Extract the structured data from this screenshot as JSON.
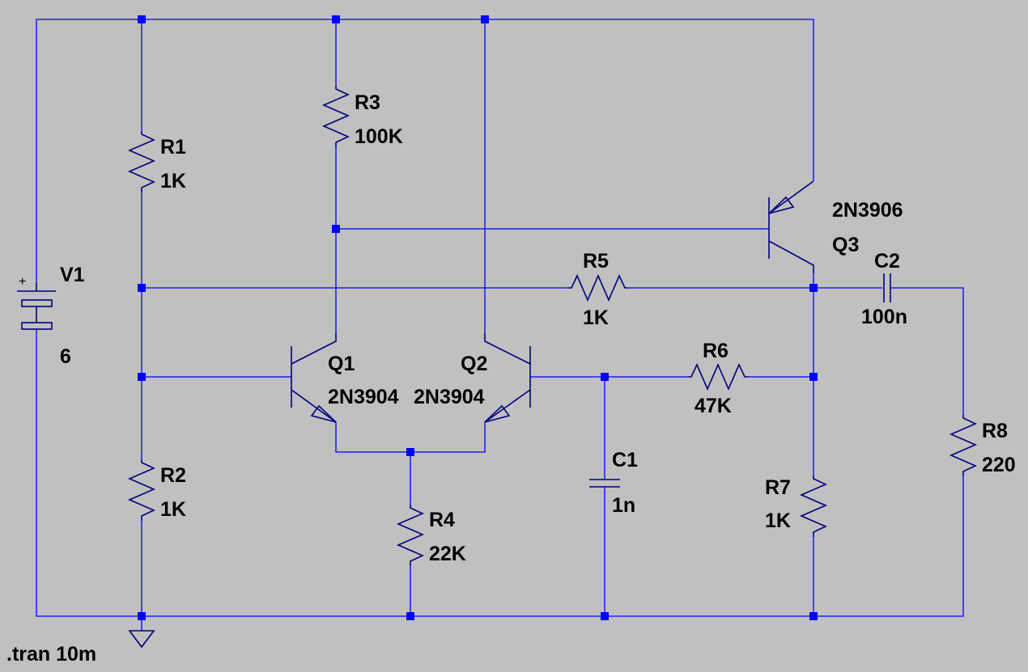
{
  "colors": {
    "background": "#c0c0c0",
    "wire": "#0000ff",
    "symbol": "#00007c",
    "text": "#000000"
  },
  "components": {
    "V1": {
      "name": "V1",
      "value": "6",
      "polarity": "+"
    },
    "R1": {
      "name": "R1",
      "value": "1K"
    },
    "R2": {
      "name": "R2",
      "value": "1K"
    },
    "R3": {
      "name": "R3",
      "value": "100K"
    },
    "R4": {
      "name": "R4",
      "value": "22K"
    },
    "R5": {
      "name": "R5",
      "value": "1K"
    },
    "R6": {
      "name": "R6",
      "value": "47K"
    },
    "R7": {
      "name": "R7",
      "value": "1K"
    },
    "R8": {
      "name": "R8",
      "value": "220"
    },
    "C1": {
      "name": "C1",
      "value": "1n"
    },
    "C2": {
      "name": "C2",
      "value": "100n"
    },
    "Q1": {
      "name": "Q1",
      "model": "2N3904"
    },
    "Q2": {
      "name": "Q2",
      "model": "2N3904"
    },
    "Q3": {
      "name": "Q3",
      "model": "2N3906"
    }
  },
  "directive": ".tran 10m"
}
